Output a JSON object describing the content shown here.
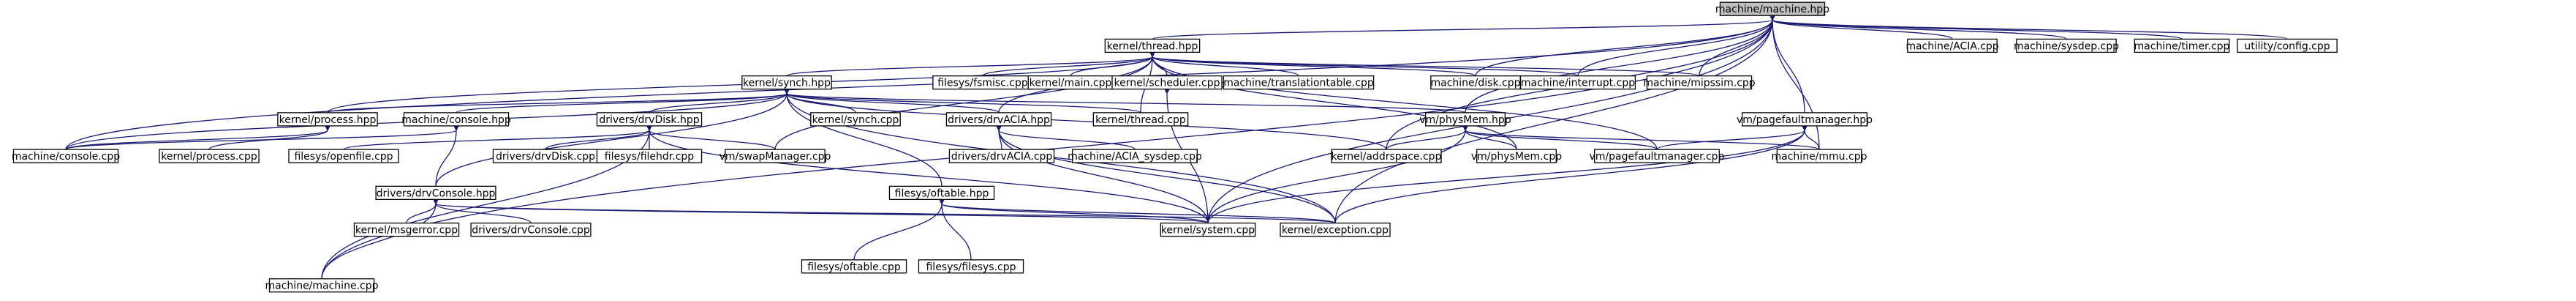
{
  "graph": {
    "colors": {
      "edge": "#191970",
      "root_fill": "#bfbfbf",
      "node_fill": "#ffffff",
      "border": "#000000"
    },
    "nodes": [
      {
        "id": "machine_machine_hpp",
        "label": "machine/machine.hpp",
        "root": true
      },
      {
        "id": "kernel_thread_hpp",
        "label": "kernel/thread.hpp"
      },
      {
        "id": "machine_acia_cpp",
        "label": "machine/ACIA.cpp"
      },
      {
        "id": "machine_sysdep_cpp",
        "label": "machine/sysdep.cpp"
      },
      {
        "id": "machine_timer_cpp",
        "label": "machine/timer.cpp"
      },
      {
        "id": "utility_config_cpp",
        "label": "utility/config.cpp"
      },
      {
        "id": "kernel_synch_hpp",
        "label": "kernel/synch.hpp"
      },
      {
        "id": "filesys_fsmisc_cpp",
        "label": "filesys/fsmisc.cpp"
      },
      {
        "id": "kernel_main_cpp",
        "label": "kernel/main.cpp"
      },
      {
        "id": "kernel_scheduler_cpp",
        "label": "kernel/scheduler.cpp"
      },
      {
        "id": "machine_translationtable_cpp",
        "label": "machine/translationtable.cpp"
      },
      {
        "id": "machine_disk_cpp",
        "label": "machine/disk.cpp"
      },
      {
        "id": "machine_interrupt_cpp",
        "label": "machine/interrupt.cpp"
      },
      {
        "id": "machine_mipssim_cpp",
        "label": "machine/mipssim.cpp"
      },
      {
        "id": "kernel_process_hpp",
        "label": "kernel/process.hpp"
      },
      {
        "id": "machine_console_hpp",
        "label": "machine/console.hpp"
      },
      {
        "id": "drivers_drvdisk_hpp",
        "label": "drivers/drvDisk.hpp"
      },
      {
        "id": "kernel_synch_cpp",
        "label": "kernel/synch.cpp"
      },
      {
        "id": "drivers_drvacia_hpp",
        "label": "drivers/drvACIA.hpp"
      },
      {
        "id": "kernel_thread_cpp",
        "label": "kernel/thread.cpp"
      },
      {
        "id": "vm_physmem_hpp",
        "label": "vm/physMem.hpp"
      },
      {
        "id": "vm_pagefaultmanager_hpp",
        "label": "vm/pagefaultmanager.hpp"
      },
      {
        "id": "machine_console_cpp",
        "label": "machine/console.cpp"
      },
      {
        "id": "kernel_process_cpp",
        "label": "kernel/process.cpp"
      },
      {
        "id": "filesys_openfile_cpp",
        "label": "filesys/openfile.cpp"
      },
      {
        "id": "drivers_drvdisk_cpp",
        "label": "drivers/drvDisk.cpp"
      },
      {
        "id": "filesys_filehdr_cpp",
        "label": "filesys/filehdr.cpp"
      },
      {
        "id": "vm_swapmanager_cpp",
        "label": "vm/swapManager.cpp"
      },
      {
        "id": "drivers_drvacia_cpp",
        "label": "drivers/drvACIA.cpp"
      },
      {
        "id": "machine_acia_sysdep_cpp",
        "label": "machine/ACIA_sysdep.cpp"
      },
      {
        "id": "kernel_addrspace_cpp",
        "label": "kernel/addrspace.cpp"
      },
      {
        "id": "vm_physmem_cpp",
        "label": "vm/physMem.cpp"
      },
      {
        "id": "vm_pagefaultmanager_cpp",
        "label": "vm/pagefaultmanager.cpp"
      },
      {
        "id": "machine_mmu_cpp",
        "label": "machine/mmu.cpp"
      },
      {
        "id": "drivers_drvconsole_hpp",
        "label": "drivers/drvConsole.hpp"
      },
      {
        "id": "filesys_ofttable_hpp",
        "label": "filesys/oftable.hpp"
      },
      {
        "id": "machine_machine_cpp",
        "label": "machine/machine.cpp"
      },
      {
        "id": "kernel_msgerror_cpp",
        "label": "kernel/msgerror.cpp"
      },
      {
        "id": "drivers_drvconsole_cpp",
        "label": "drivers/drvConsole.cpp"
      },
      {
        "id": "kernel_system_cpp",
        "label": "kernel/system.cpp"
      },
      {
        "id": "kernel_exception_cpp",
        "label": "kernel/exception.cpp"
      },
      {
        "id": "filesys_oftable_cpp",
        "label": "filesys/oftable.cpp"
      },
      {
        "id": "filesys_filesys_cpp",
        "label": "filesys/filesys.cpp"
      }
    ],
    "edges": [
      [
        "machine_machine_hpp",
        "kernel_thread_hpp"
      ],
      [
        "machine_machine_hpp",
        "machine_acia_cpp"
      ],
      [
        "machine_machine_hpp",
        "machine_sysdep_cpp"
      ],
      [
        "machine_machine_hpp",
        "machine_timer_cpp"
      ],
      [
        "machine_machine_hpp",
        "utility_config_cpp"
      ],
      [
        "machine_machine_hpp",
        "machine_disk_cpp"
      ],
      [
        "machine_machine_hpp",
        "machine_interrupt_cpp"
      ],
      [
        "machine_machine_hpp",
        "machine_mipssim_cpp"
      ],
      [
        "machine_machine_hpp",
        "vm_physmem_hpp"
      ],
      [
        "machine_machine_hpp",
        "vm_pagefaultmanager_hpp"
      ],
      [
        "machine_machine_hpp",
        "kernel_addrspace_cpp"
      ],
      [
        "machine_machine_hpp",
        "machine_mmu_cpp"
      ],
      [
        "machine_machine_hpp",
        "kernel_system_cpp"
      ],
      [
        "machine_machine_hpp",
        "kernel_exception_cpp"
      ],
      [
        "machine_machine_hpp",
        "machine_machine_cpp"
      ],
      [
        "machine_machine_hpp",
        "machine_console_cpp"
      ],
      [
        "kernel_thread_hpp",
        "kernel_synch_hpp"
      ],
      [
        "kernel_thread_hpp",
        "filesys_fsmisc_cpp"
      ],
      [
        "kernel_thread_hpp",
        "kernel_main_cpp"
      ],
      [
        "kernel_thread_hpp",
        "kernel_scheduler_cpp"
      ],
      [
        "kernel_thread_hpp",
        "machine_translationtable_cpp"
      ],
      [
        "kernel_thread_hpp",
        "machine_disk_cpp"
      ],
      [
        "kernel_thread_hpp",
        "machine_interrupt_cpp"
      ],
      [
        "kernel_thread_hpp",
        "machine_mipssim_cpp"
      ],
      [
        "kernel_thread_hpp",
        "kernel_process_hpp"
      ],
      [
        "kernel_thread_hpp",
        "drivers_drvacia_hpp"
      ],
      [
        "kernel_thread_hpp",
        "kernel_thread_cpp"
      ],
      [
        "kernel_thread_hpp",
        "vm_swapmanager_cpp"
      ],
      [
        "kernel_thread_hpp",
        "vm_physmem_cpp"
      ],
      [
        "kernel_thread_hpp",
        "vm_pagefaultmanager_cpp"
      ],
      [
        "kernel_synch_hpp",
        "kernel_process_hpp"
      ],
      [
        "kernel_synch_hpp",
        "machine_console_hpp"
      ],
      [
        "kernel_synch_hpp",
        "drivers_drvdisk_hpp"
      ],
      [
        "kernel_synch_hpp",
        "kernel_synch_cpp"
      ],
      [
        "kernel_synch_hpp",
        "drivers_drvacia_hpp"
      ],
      [
        "kernel_synch_hpp",
        "kernel_thread_cpp"
      ],
      [
        "kernel_synch_hpp",
        "vm_physmem_hpp"
      ],
      [
        "kernel_synch_hpp",
        "filesys_ofttable_hpp"
      ],
      [
        "kernel_synch_hpp",
        "drivers_drvconsole_hpp"
      ],
      [
        "kernel_synch_hpp",
        "kernel_addrspace_cpp"
      ],
      [
        "kernel_synch_hpp",
        "kernel_exception_cpp"
      ],
      [
        "kernel_synch_hpp",
        "machine_console_cpp"
      ],
      [
        "kernel_scheduler_cpp",
        "kernel_system_cpp"
      ],
      [
        "kernel_process_hpp",
        "kernel_process_cpp"
      ],
      [
        "kernel_process_hpp",
        "machine_console_cpp"
      ],
      [
        "machine_console_hpp",
        "machine_console_cpp"
      ],
      [
        "machine_console_hpp",
        "drivers_drvconsole_hpp"
      ],
      [
        "drivers_drvdisk_hpp",
        "filesys_openfile_cpp"
      ],
      [
        "drivers_drvdisk_hpp",
        "drivers_drvdisk_cpp"
      ],
      [
        "drivers_drvdisk_hpp",
        "filesys_filehdr_cpp"
      ],
      [
        "drivers_drvdisk_hpp",
        "vm_swapmanager_cpp"
      ],
      [
        "drivers_drvdisk_hpp",
        "kernel_system_cpp"
      ],
      [
        "drivers_drvdisk_hpp",
        "machine_machine_cpp"
      ],
      [
        "drivers_drvacia_hpp",
        "drivers_drvacia_cpp"
      ],
      [
        "drivers_drvacia_hpp",
        "machine_acia_sysdep_cpp"
      ],
      [
        "drivers_drvacia_hpp",
        "kernel_exception_cpp"
      ],
      [
        "drivers_drvacia_hpp",
        "kernel_system_cpp"
      ],
      [
        "vm_physmem_hpp",
        "kernel_addrspace_cpp"
      ],
      [
        "vm_physmem_hpp",
        "vm_physmem_cpp"
      ],
      [
        "vm_physmem_hpp",
        "vm_pagefaultmanager_cpp"
      ],
      [
        "vm_physmem_hpp",
        "machine_mmu_cpp"
      ],
      [
        "vm_physmem_hpp",
        "kernel_system_cpp"
      ],
      [
        "vm_pagefaultmanager_hpp",
        "vm_pagefaultmanager_cpp"
      ],
      [
        "vm_pagefaultmanager_hpp",
        "machine_mmu_cpp"
      ],
      [
        "vm_pagefaultmanager_hpp",
        "kernel_exception_cpp"
      ],
      [
        "vm_pagefaultmanager_hpp",
        "kernel_system_cpp"
      ],
      [
        "drivers_drvconsole_hpp",
        "machine_machine_cpp"
      ],
      [
        "drivers_drvconsole_hpp",
        "kernel_msgerror_cpp"
      ],
      [
        "drivers_drvconsole_hpp",
        "drivers_drvconsole_cpp"
      ],
      [
        "drivers_drvconsole_hpp",
        "kernel_system_cpp"
      ],
      [
        "drivers_drvconsole_hpp",
        "kernel_exception_cpp"
      ],
      [
        "filesys_ofttable_hpp",
        "filesys_oftable_cpp"
      ],
      [
        "filesys_ofttable_hpp",
        "filesys_filesys_cpp"
      ],
      [
        "filesys_ofttable_hpp",
        "kernel_system_cpp"
      ],
      [
        "filesys_ofttable_hpp",
        "kernel_exception_cpp"
      ]
    ]
  }
}
